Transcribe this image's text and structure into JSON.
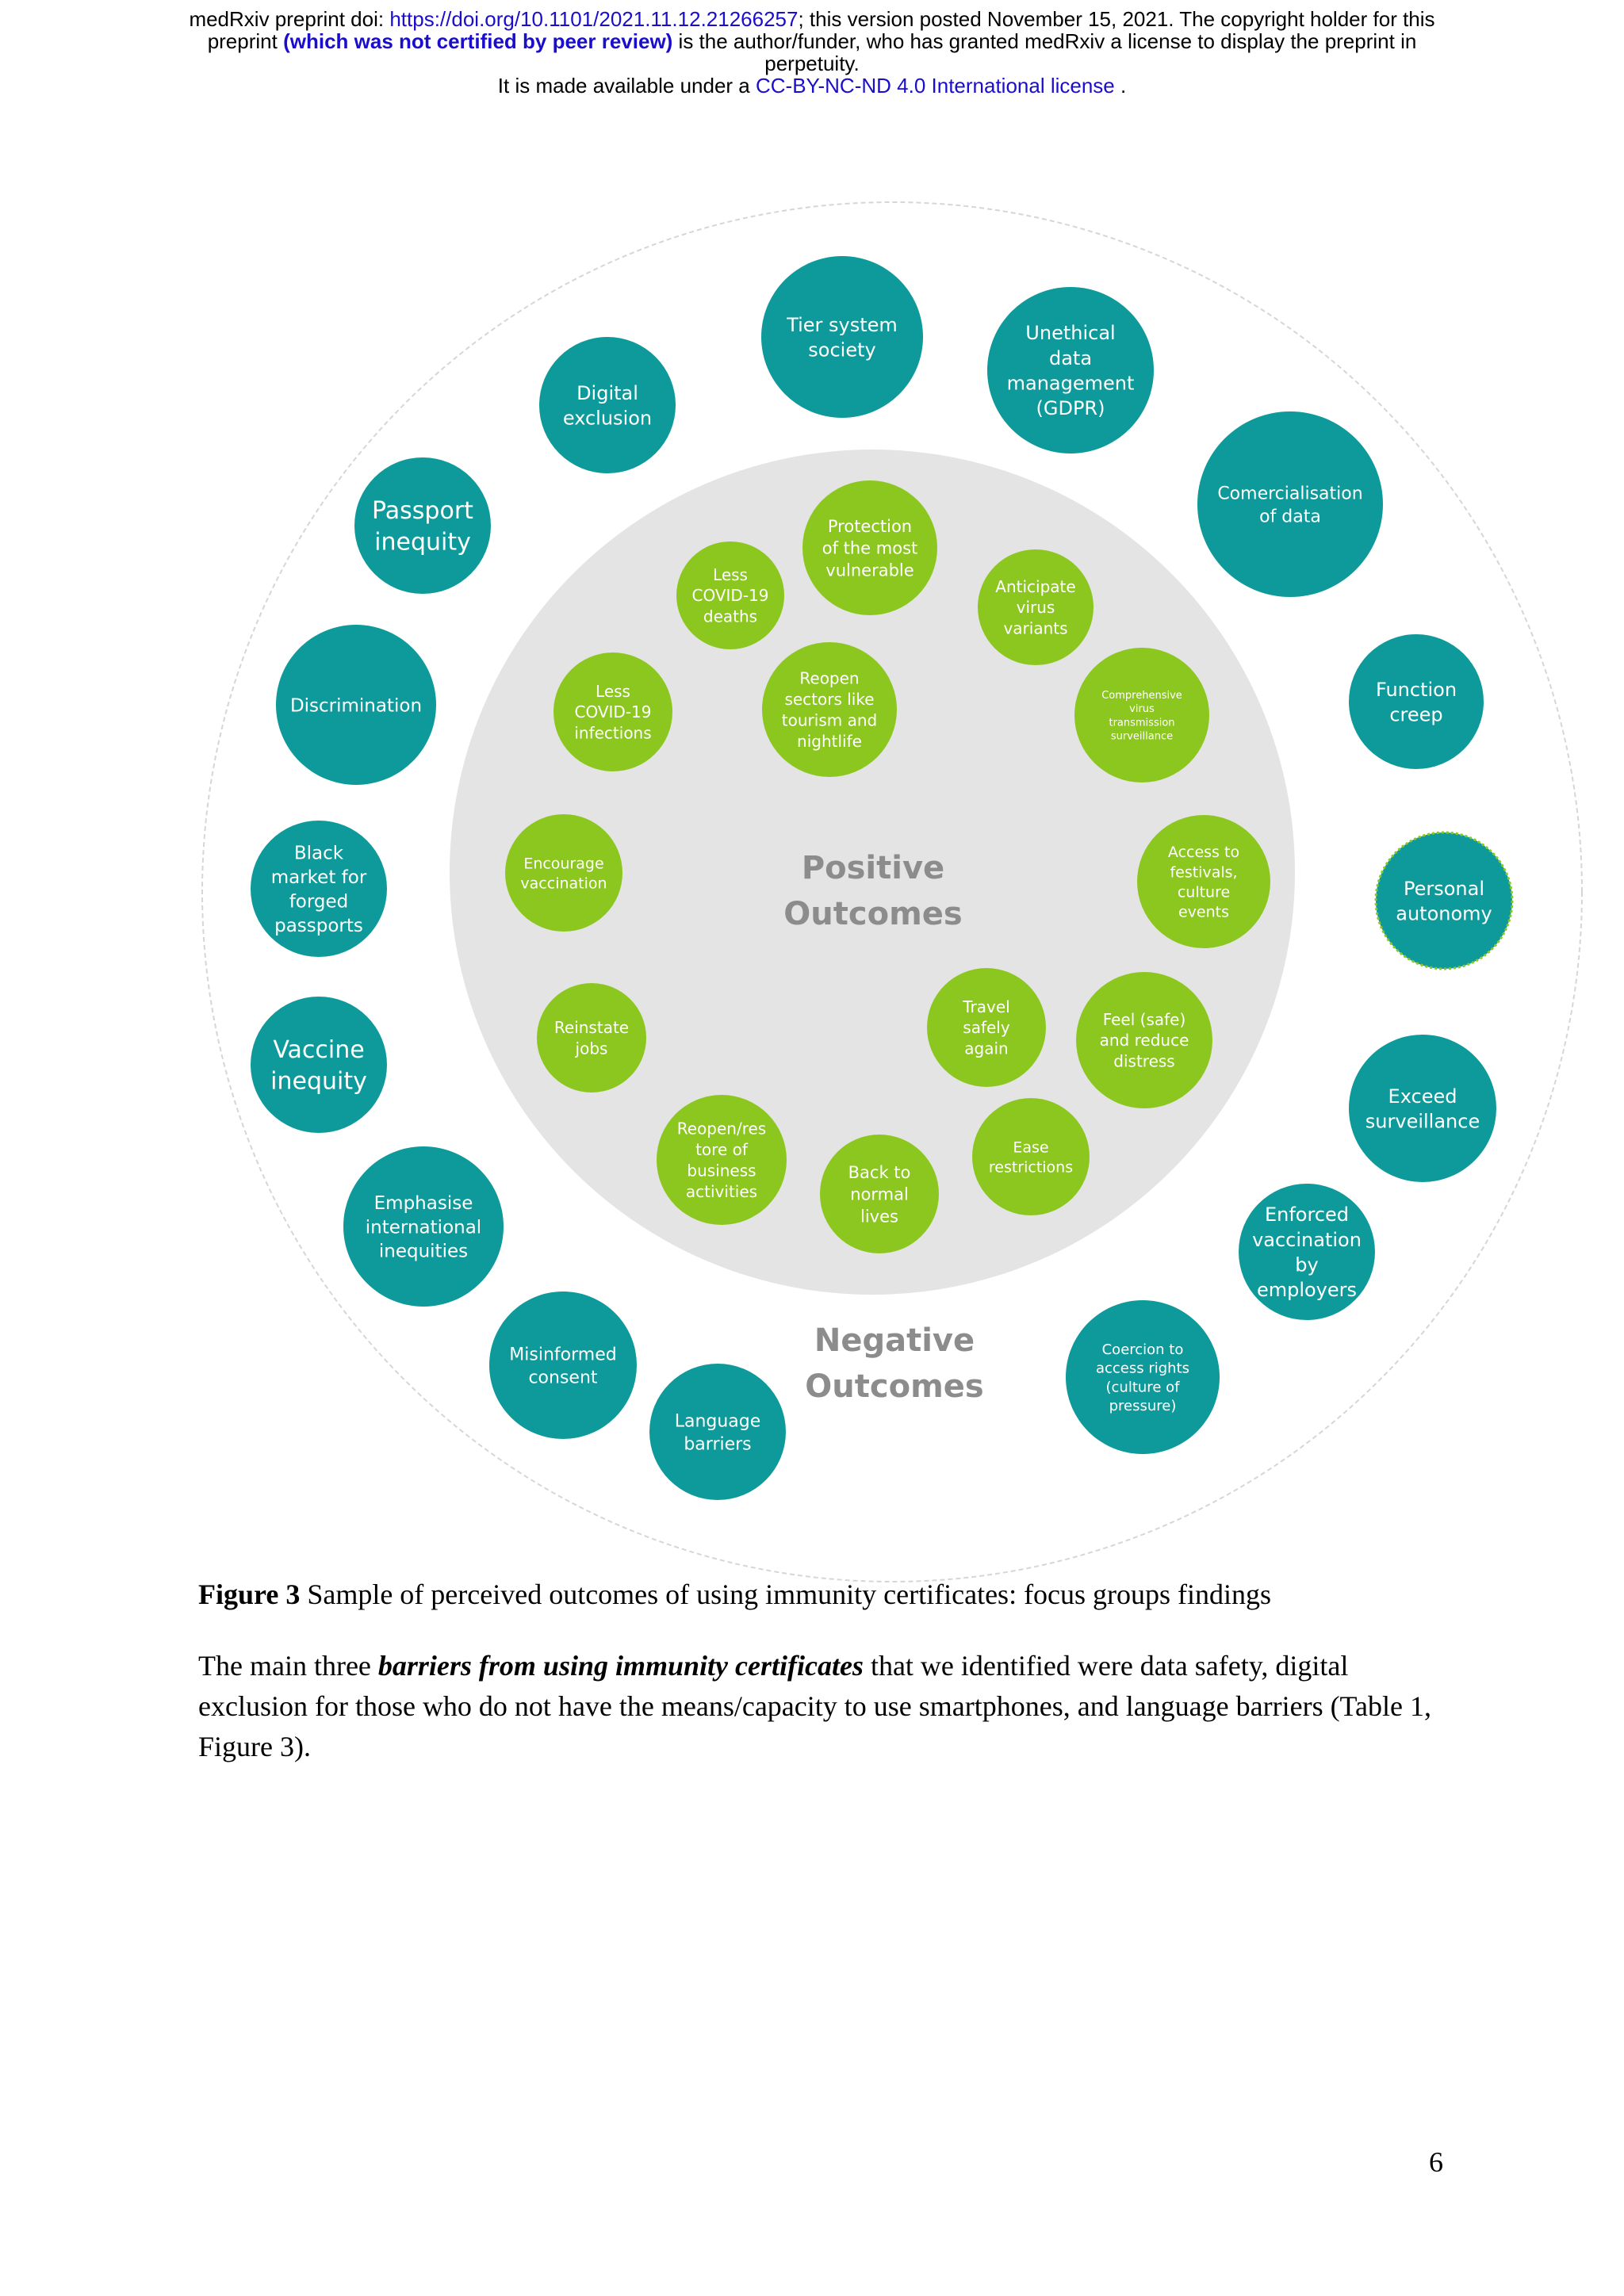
{
  "header": {
    "line1_prefix": "medRxiv preprint doi: ",
    "line1_doi": "https://doi.org/10.1101/2021.11.12.21266257",
    "line1_suffix": "; this version posted November 15, 2021. The copyright holder for this",
    "line2_prefix": "preprint ",
    "line2_bold": "(which was not certified by peer review)",
    "line2_suffix": " is the author/funder, who has granted medRxiv a license to display the preprint in",
    "line3": "perpetuity.",
    "line4_prefix": "It is made available under a ",
    "line4_license": "CC-BY-NC-ND 4.0 International license",
    "line4_suffix": " ."
  },
  "figure": {
    "colors": {
      "negative": "#0e9a9a",
      "positive": "#8cc720",
      "inner_disc": "#e4e4e4",
      "outer_ring": "#d6d6d6",
      "title": "#8c8c8c"
    },
    "positive_title": [
      "Positive",
      "Outcomes"
    ],
    "negative_title": [
      "Negative",
      "Outcomes"
    ],
    "negative_outcomes": [
      [
        "Tier system",
        "society"
      ],
      [
        "Unethical",
        "data",
        "management",
        "(GDPR)"
      ],
      [
        "Digital",
        "exclusion"
      ],
      [
        "Comercialisation",
        "of data"
      ],
      [
        "Passport",
        "inequity"
      ],
      [
        "Discrimination"
      ],
      [
        "Function",
        "creep"
      ],
      [
        "Black",
        "market for",
        "forged",
        "passports"
      ],
      [
        "Personal",
        "autonomy"
      ],
      [
        "Vaccine",
        "inequity"
      ],
      [
        "Exceed",
        "surveillance"
      ],
      [
        "Emphasise",
        "international",
        "inequities"
      ],
      [
        "Enforced",
        "vaccination",
        "by",
        "employers"
      ],
      [
        "Misinformed",
        "consent"
      ],
      [
        "Coercion to",
        "access rights",
        "(culture of",
        "pressure)"
      ],
      [
        "Language",
        "barriers"
      ]
    ],
    "positive_outcomes": [
      [
        "Protection",
        "of the most",
        "vulnerable"
      ],
      [
        "Less",
        "COVID-19",
        "deaths"
      ],
      [
        "Anticipate",
        "virus",
        "variants"
      ],
      [
        "Less",
        "COVID-19",
        "infections"
      ],
      [
        "Reopen",
        "sectors like",
        "tourism and",
        "nightlife"
      ],
      [
        "Comprehensive",
        "virus",
        "transmission",
        "surveillance"
      ],
      [
        "Encourage",
        "vaccination"
      ],
      [
        "Access to",
        "festivals,",
        "culture",
        "events"
      ],
      [
        "Travel",
        "safely",
        "again"
      ],
      [
        "Feel (safe)",
        "and reduce",
        "distress"
      ],
      [
        "Reinstate",
        "jobs"
      ],
      [
        "Reopen/res",
        "tore of",
        "business",
        "activities"
      ],
      [
        "Ease",
        "restrictions"
      ],
      [
        "Back to",
        "normal",
        "lives"
      ]
    ]
  },
  "caption": {
    "label": "Figure 3",
    "text": " Sample of perceived outcomes of using immunity certificates: focus groups findings"
  },
  "paragraph": {
    "prefix": "The main three ",
    "emphasis": "barriers from using immunity certificates",
    "suffix": " that we identified were data safety, digital exclusion for those who do not have the means/capacity to use smartphones, and language barriers (Table 1, Figure 3)."
  },
  "page_number": "6"
}
